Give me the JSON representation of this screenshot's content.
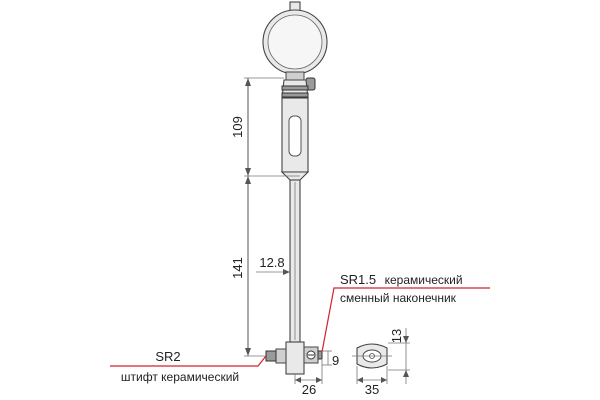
{
  "dimensions": {
    "upper_length": "109",
    "lower_length": "141",
    "rod_diameter": "12.8",
    "contact_offset": "9",
    "base_width": "26",
    "centering_width": "35",
    "centering_height": "13"
  },
  "callouts": {
    "replaceable_tip_code": "SR1.5",
    "replaceable_tip_desc_1": "керамический",
    "replaceable_tip_desc_2": "сменный наконечник",
    "fixed_pin_code": "SR2",
    "fixed_pin_desc": "штифт керамический"
  },
  "colors": {
    "leader": "#d4202a",
    "outline": "#444444"
  }
}
